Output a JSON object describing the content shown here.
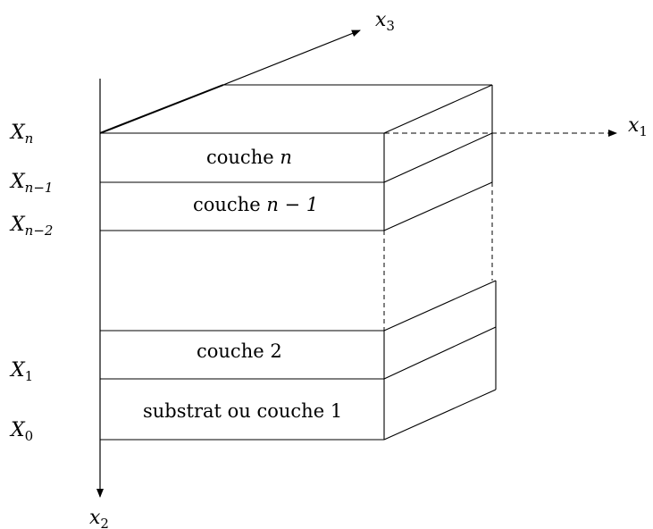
{
  "axes": {
    "x1": {
      "base": "x",
      "sub": "1"
    },
    "x2": {
      "base": "x",
      "sub": "2"
    },
    "x3": {
      "base": "x",
      "sub": "3"
    }
  },
  "interfaces": [
    {
      "base": "X",
      "sub": "n"
    },
    {
      "base": "X",
      "sub": "n−1"
    },
    {
      "base": "X",
      "sub": "n−2"
    },
    {
      "base": "X",
      "sub": "1"
    },
    {
      "base": "X",
      "sub": "0"
    }
  ],
  "layers": [
    {
      "word": "couche",
      "index": "n"
    },
    {
      "word": "couche",
      "index": "n − 1"
    },
    {
      "word": "couche",
      "index": "2"
    },
    {
      "word": "substrat ou couche",
      "index": "1"
    }
  ]
}
